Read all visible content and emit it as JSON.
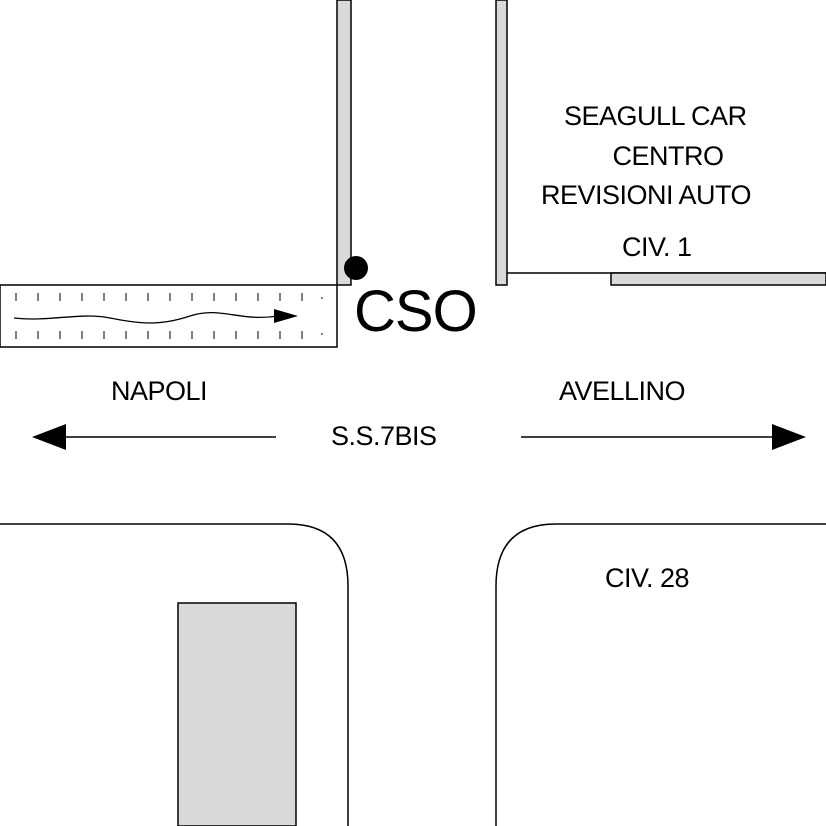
{
  "map": {
    "point_label": "CSO",
    "road_name": "S.S.7BIS",
    "directions": {
      "west": "NAPOLI",
      "east": "AVELLINO"
    },
    "business": {
      "line1": "SEAGULL CAR",
      "line2": "CENTRO",
      "line3": "REVISIONI AUTO",
      "civic": "CIV. 1"
    },
    "civic_south": "CIV. 28",
    "colors": {
      "line": "#000000",
      "wall_fill": "#d9d9d9",
      "building_fill": "#d9d9d9",
      "background": "#ffffff"
    }
  }
}
